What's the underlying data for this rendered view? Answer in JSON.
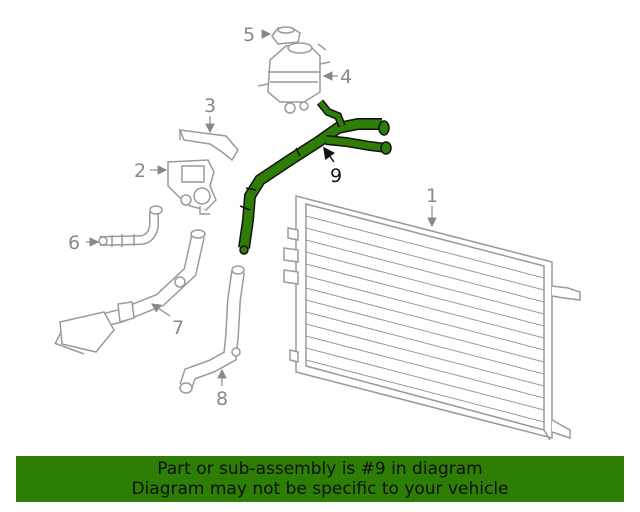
{
  "colors": {
    "highlight": "#2e7d05",
    "part_stroke": "#9a9a9a",
    "banner_bg": "#2e7d05",
    "banner_text": "#111111"
  },
  "callouts": {
    "c1": "1",
    "c2": "2",
    "c3": "3",
    "c4": "4",
    "c5": "5",
    "c6": "6",
    "c7": "7",
    "c8": "8",
    "c9": "9"
  },
  "banner": {
    "line1": "Part or sub-assembly is #9 in diagram",
    "line2": "Diagram may not be specific to your vehicle"
  }
}
